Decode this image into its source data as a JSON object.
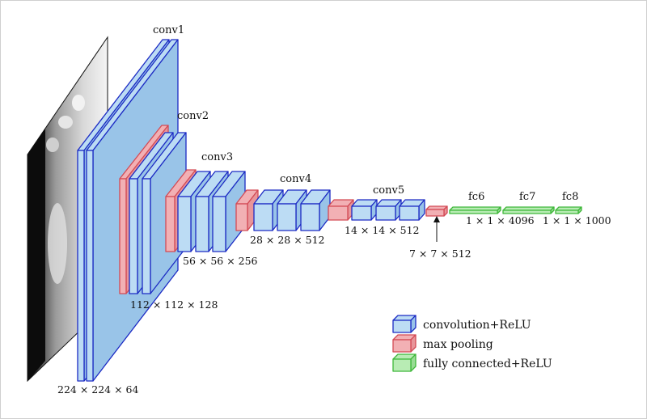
{
  "colors": {
    "conv_face": "#bcdcf4",
    "conv_side": "#99c4e8",
    "conv_stroke": "#1c2bc4",
    "pool_face": "#f2b0b4",
    "pool_side": "#e8959a",
    "pool_stroke": "#d34a55",
    "fc_face": "#b8ecb4",
    "fc_side": "#98dc94",
    "fc_stroke": "#3fb73a"
  },
  "stages": {
    "conv1": "conv1",
    "conv2": "conv2",
    "conv3": "conv3",
    "conv4": "conv4",
    "conv5": "conv5",
    "fc6": "fc6",
    "fc7": "fc7",
    "fc8": "fc8"
  },
  "dims": {
    "d224": "224 × 224 × 64",
    "d112": "112 × 112 × 128",
    "d56": "56 × 56 × 256",
    "d28": "28 × 28 × 512",
    "d14": "14 × 14 × 512",
    "d7": "7 × 7 × 512",
    "d4096": "1 × 1 × 4096",
    "d1000": "1 × 1 × 1000"
  },
  "legend": {
    "conv": "convolution+ReLU",
    "pool": "max pooling",
    "fc": "fully connected+ReLU"
  },
  "input_image": "input-image"
}
